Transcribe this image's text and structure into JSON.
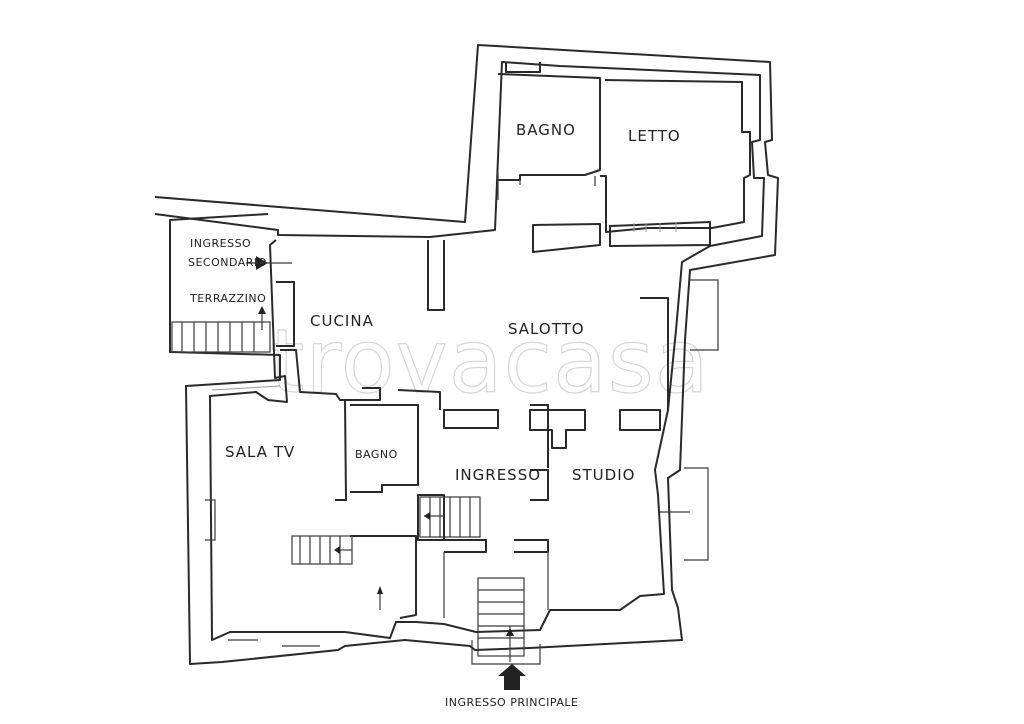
{
  "rooms": {
    "bagno_top": "BAGNO",
    "letto": "LETTO",
    "ingresso_secondario_1": "INGRESSO",
    "ingresso_secondario_2": "SECONDARIO",
    "terrazzino": "TERRAZZINO",
    "cucina": "CUCINA",
    "salotto": "SALOTTO",
    "sala_tv": "SALA TV",
    "bagno_bottom": "BAGNO",
    "ingresso": "INGRESSO",
    "studio": "STUDIO"
  },
  "entrance_label": "INGRESSO PRINCIPALE",
  "watermark": "trovacasa"
}
